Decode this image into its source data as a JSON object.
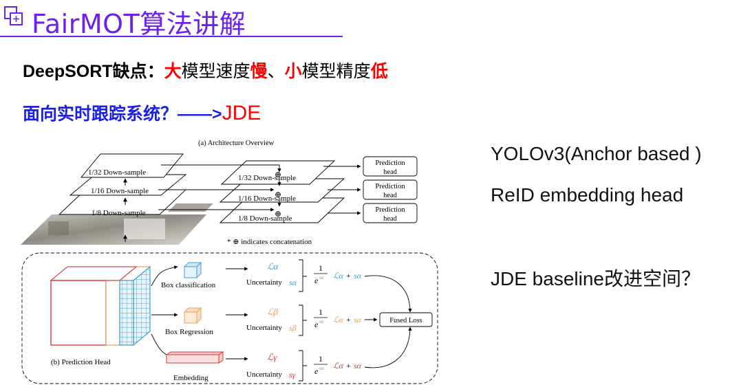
{
  "title": "FairMOT算法讲解",
  "line1": {
    "a": "DeepSORT缺点：",
    "b": "大",
    "c": "模型速度",
    "d": "慢",
    "e": "、",
    "f": "小",
    "g": "模型精度",
    "h": "低"
  },
  "line2": {
    "a": "面向实时跟踪系统？——>",
    "b": "JDE"
  },
  "notes": [
    "YOLOv3(Anchor based )",
    "ReID embedding head",
    "JDE baseline改进空间？"
  ],
  "arch": {
    "caption": "(a)  Architecture Overview",
    "left_layers": [
      "1/32 Down-sample",
      "1/16 Down-sample",
      "1/8 Down-sample"
    ],
    "right_layers": [
      "1/32 Down-sample",
      "1/16 Down-sample",
      "1/8 Down-sample"
    ],
    "pred_box_line1": "Prediction",
    "pred_box_line2": "head",
    "concat_note": "* ⊕ indicates concatenation",
    "concat_symbol": "⊕"
  },
  "head": {
    "caption": "(b)  Prediction Head",
    "branches": [
      {
        "label": "Box classification",
        "loss_sym": "ℒα",
        "unc_label": "Uncertainty",
        "unc_sym": "sα",
        "color": "#3ea0d8",
        "term1": "ℒα",
        "term2": "sα"
      },
      {
        "label": "Box Regression",
        "loss_sym": "ℒβ",
        "unc_label": "Uncertainty",
        "unc_sym": "sβ",
        "color": "#e8a25a",
        "term1": "ℒα",
        "term2": "sα"
      },
      {
        "label": "Embedding",
        "loss_sym": "ℒγ",
        "unc_label": "Uncertainty",
        "unc_sym": "sγ",
        "color": "#d43a3a",
        "term1": "ℒα",
        "term2": "sα"
      }
    ],
    "frac_num": "1",
    "frac_den": "e",
    "frac_exp": "sα",
    "plus": "+",
    "fused_label": "Fused Loss"
  }
}
